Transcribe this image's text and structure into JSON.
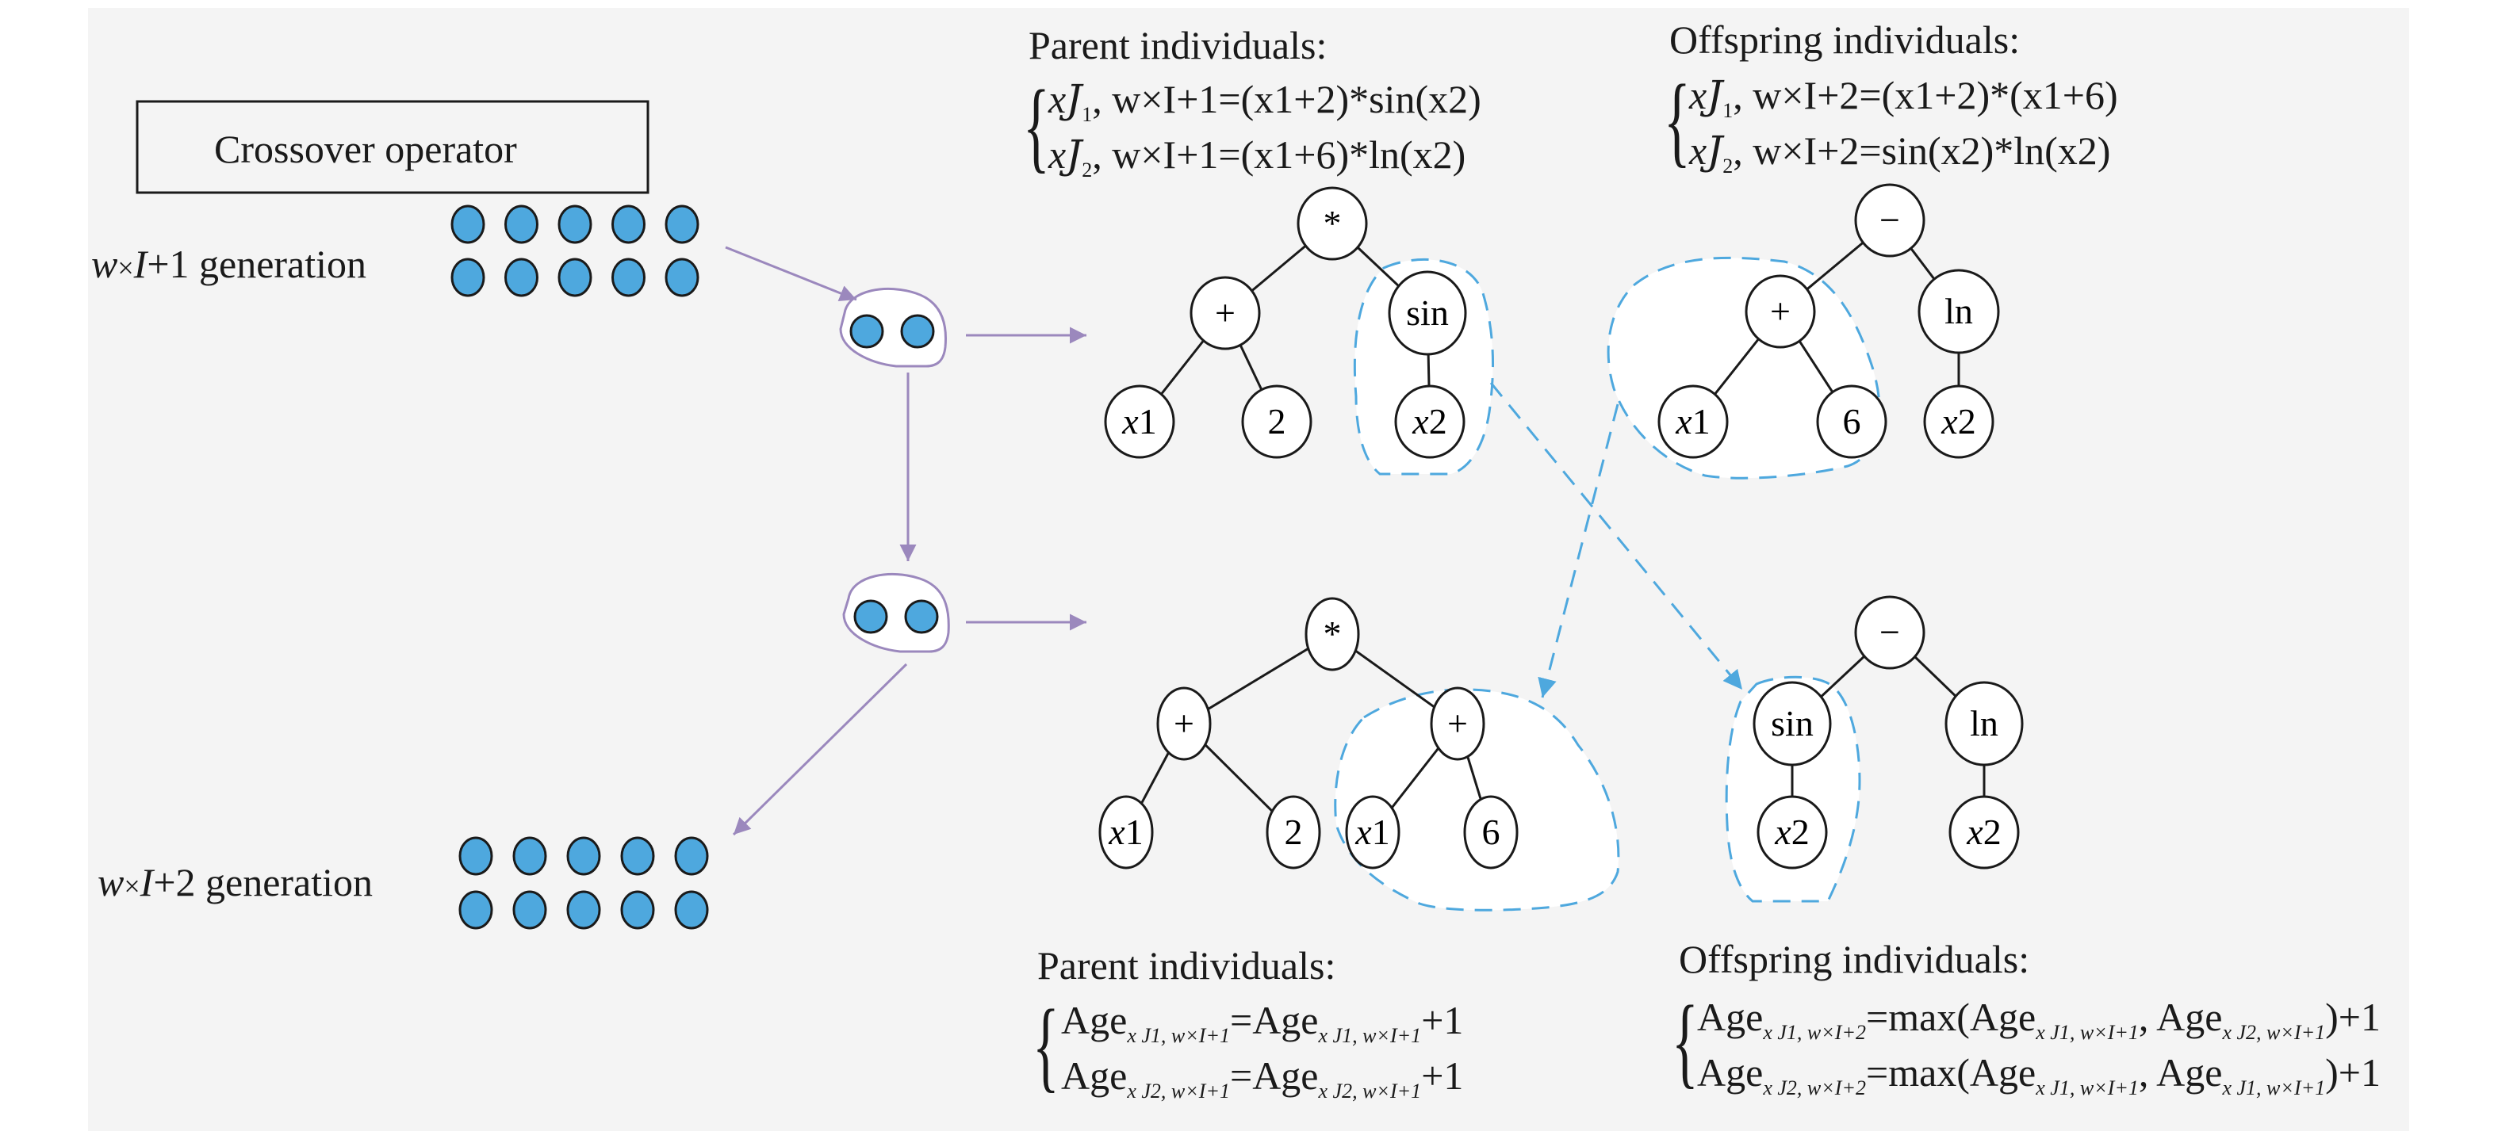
{
  "operator_box": {
    "label": "Crossover operator"
  },
  "generations": {
    "top": {
      "prefix": "w",
      "times": "×",
      "I": "I",
      "suffix": "+1 generation",
      "individuals": 10
    },
    "bottom": {
      "prefix": "w",
      "times": "×",
      "I": "I",
      "suffix": "+2 generation",
      "individuals": 10
    }
  },
  "selected_pairs": [
    {
      "individuals": 2
    },
    {
      "individuals": 2
    }
  ],
  "top_parent": {
    "heading": "Parent individuals:",
    "equations": [
      {
        "var": "x",
        "J": "J",
        "idx": "1",
        "gen": ", w×I+1",
        "expr": "=(x1+2)*sin(x2)"
      },
      {
        "var": "x",
        "J": "J",
        "idx": "2",
        "gen": ", w×I+1",
        "expr": "=(x1+6)*ln(x2)"
      }
    ]
  },
  "top_offspring": {
    "heading": "Offspring individuals:",
    "equations": [
      {
        "var": "x",
        "J": "J",
        "idx": "1",
        "gen": ", w×I+2",
        "expr": "=(x1+2)*(x1+6)"
      },
      {
        "var": "x",
        "J": "J",
        "idx": "2",
        "gen": ", w×I+2",
        "expr": "=sin(x2)*ln(x2)"
      }
    ]
  },
  "trees": {
    "parent1": {
      "nodes": [
        "*",
        "+",
        "sin",
        "x1",
        "2",
        "x2"
      ]
    },
    "parent2": {
      "nodes": [
        "−",
        "+",
        "ln",
        "x1",
        "6",
        "x2"
      ]
    },
    "offspring1": {
      "nodes": [
        "*",
        "+",
        "+",
        "x1",
        "2",
        "x1",
        "6"
      ]
    },
    "offspring2": {
      "nodes": [
        "−",
        "sin",
        "ln",
        "x2",
        "x2"
      ]
    }
  },
  "bottom_parent": {
    "heading": "Parent individuals:",
    "equations": [
      {
        "lhs": "Age",
        "lhs_sub": "J1, w×I+1",
        "eq": "=Age",
        "rhs_sub": "J1, w×I+1",
        "tail": "+1"
      },
      {
        "lhs": "Age",
        "lhs_sub": "J2, w×I+1",
        "eq": "=Age",
        "rhs_sub": "J2, w×I+1",
        "tail": "+1"
      }
    ]
  },
  "bottom_offspring": {
    "heading": "Offspring individuals:",
    "equations": [
      {
        "lhs": "Age",
        "lhs_sub": "J1, w×I+2",
        "mid": "=max(Age",
        "a_sub": "J1, w×I+1",
        "comma": ", Age",
        "b_sub": "J2, w×I+1",
        "tail": ")+1"
      },
      {
        "lhs": "Age",
        "lhs_sub": "J2, w×I+2",
        "mid": "=max(Age",
        "a_sub": "J1, w×I+1",
        "comma": ", Age",
        "b_sub": "J1, w×I+1",
        "tail": ")+1"
      }
    ]
  },
  "colors": {
    "individual_fill": "#4ea8de",
    "flow_arrow": "#9b88bd",
    "swap_dash": "#4ea8de",
    "background": "#f4f4f4"
  }
}
